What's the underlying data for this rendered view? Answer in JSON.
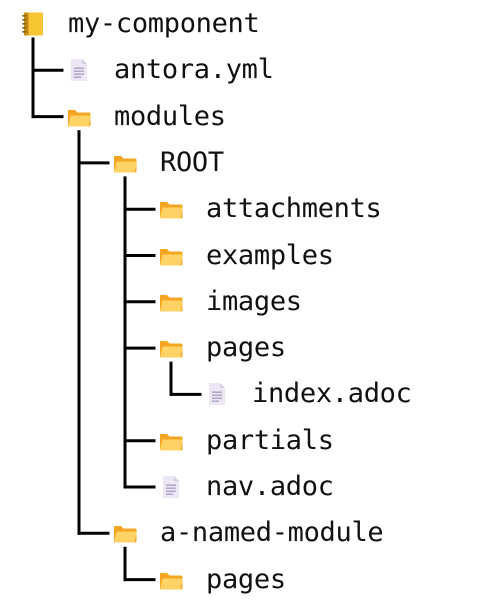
{
  "tree": [
    {
      "label": "my-component",
      "icon": "notebook-icon",
      "depth": 0
    },
    {
      "label": "antora.yml",
      "icon": "file-icon",
      "depth": 1
    },
    {
      "label": "modules",
      "icon": "folder-icon",
      "depth": 1
    },
    {
      "label": "ROOT",
      "icon": "folder-icon",
      "depth": 2
    },
    {
      "label": "attachments",
      "icon": "folder-icon",
      "depth": 3
    },
    {
      "label": "examples",
      "icon": "folder-icon",
      "depth": 3
    },
    {
      "label": "images",
      "icon": "folder-icon",
      "depth": 3
    },
    {
      "label": "pages",
      "icon": "folder-icon",
      "depth": 3
    },
    {
      "label": "index.adoc",
      "icon": "file-icon",
      "depth": 4
    },
    {
      "label": "partials",
      "icon": "folder-icon",
      "depth": 3
    },
    {
      "label": "nav.adoc",
      "icon": "file-icon",
      "depth": 3
    },
    {
      "label": "a-named-module",
      "icon": "folder-icon",
      "depth": 2
    },
    {
      "label": "pages",
      "icon": "folder-icon",
      "depth": 3
    }
  ],
  "colors": {
    "line": "#000000",
    "folder_back": "#F4A623",
    "folder_front": "#FFD265",
    "file_body": "#ECE6F5",
    "file_lines": "#A9A2C2",
    "notebook_cover": "#F7C531",
    "notebook_spine": "#C98B12",
    "text": "#111111"
  }
}
